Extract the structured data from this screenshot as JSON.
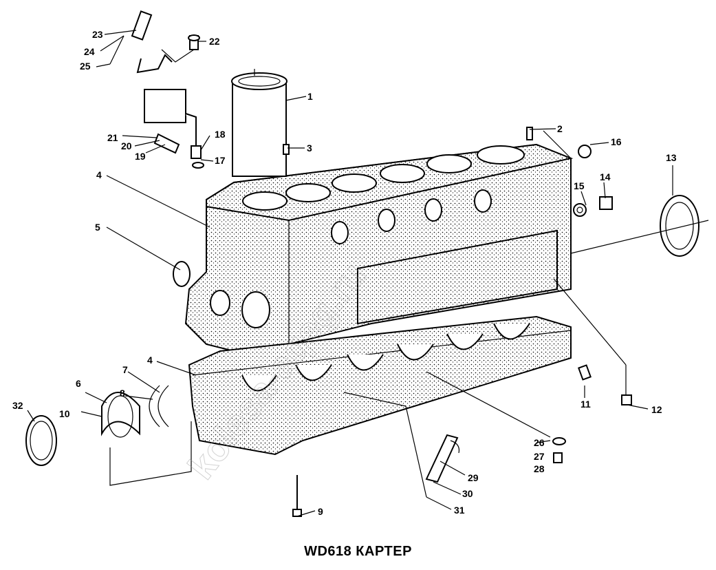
{
  "caption": "WD618 КАРТЕР",
  "watermark": "kolesa-aqeg.ru",
  "labels": [
    "1",
    "2",
    "3",
    "4",
    "4",
    "5",
    "6",
    "7",
    "8",
    "9",
    "10",
    "11",
    "12",
    "13",
    "14",
    "15",
    "16",
    "17",
    "18",
    "19",
    "20",
    "21",
    "22",
    "23",
    "24",
    "25",
    "26",
    "27",
    "28",
    "29",
    "30",
    "31",
    "32"
  ]
}
